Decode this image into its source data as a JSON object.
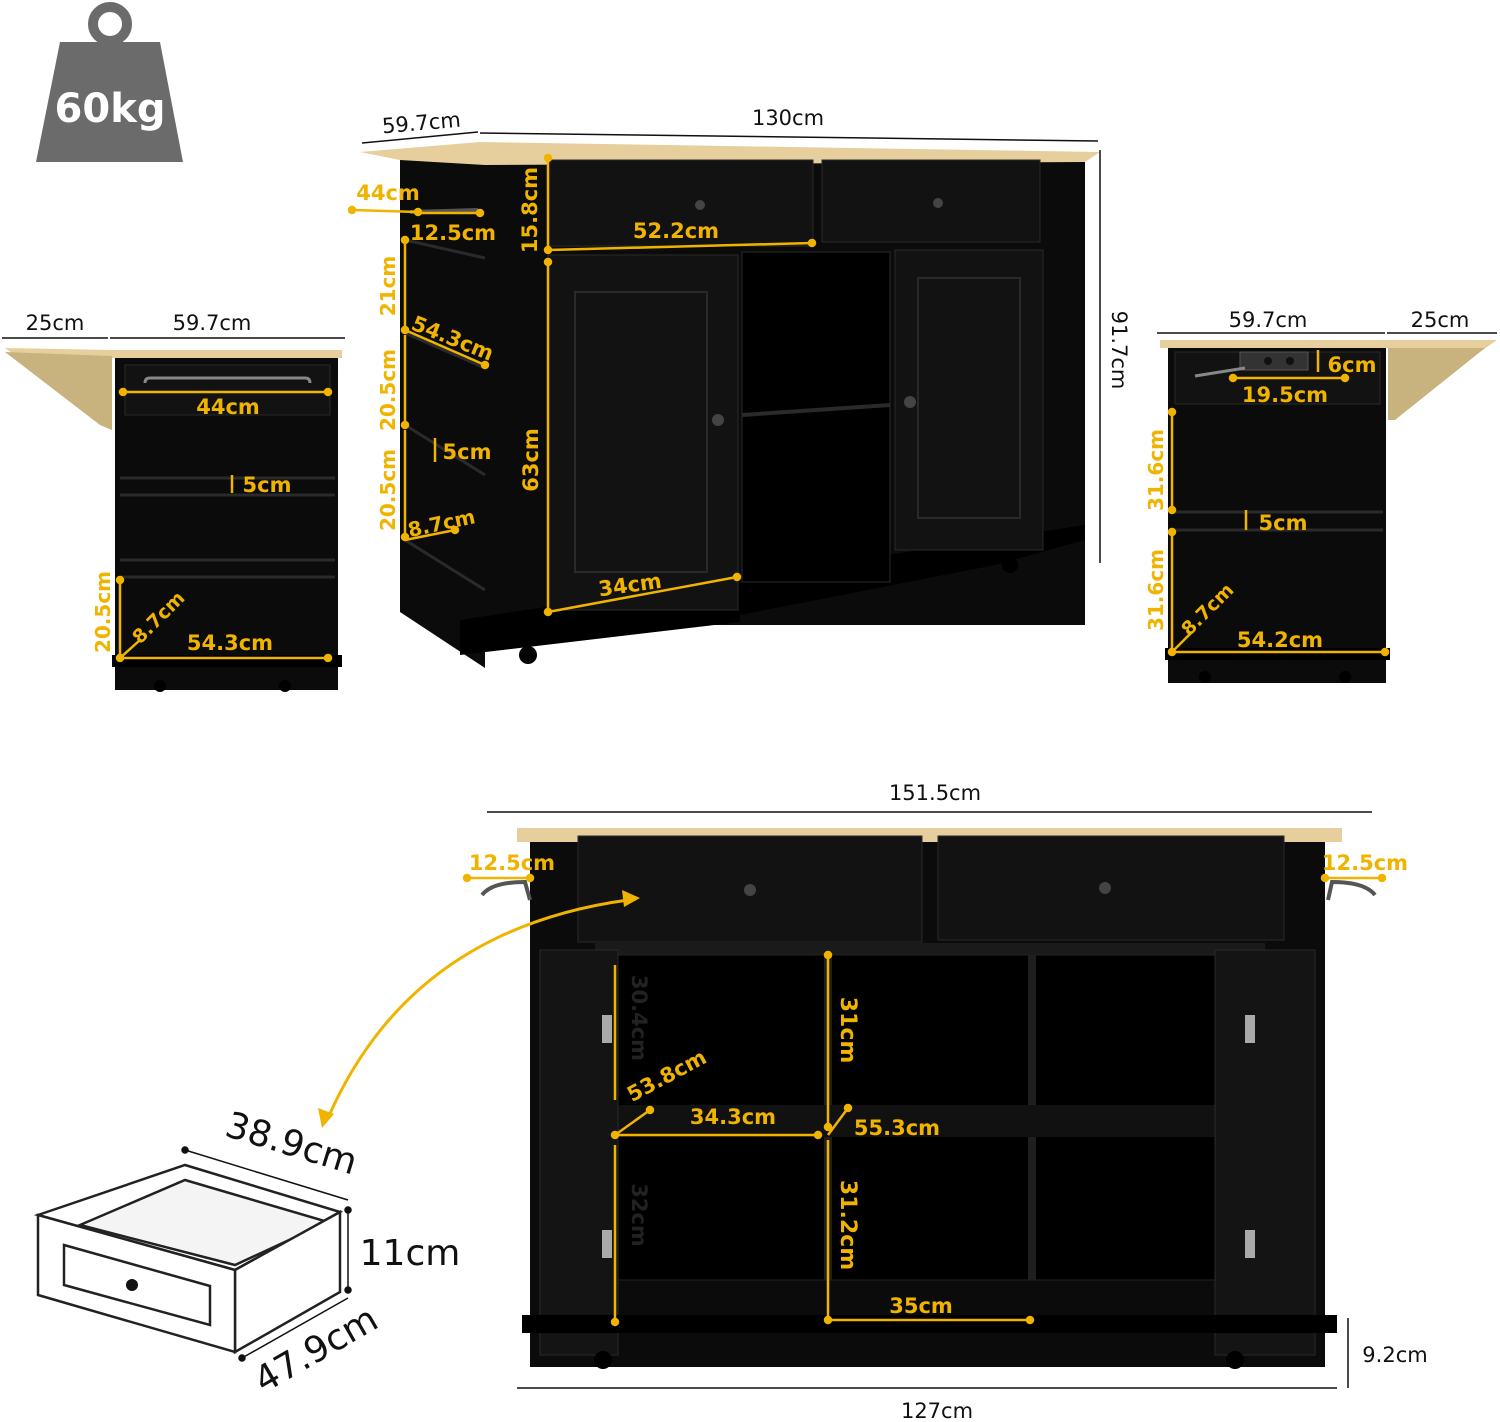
{
  "weight": {
    "label": "60kg"
  },
  "colors": {
    "cabinet": "#0b0b0b",
    "wood_top": "#e6cf9c",
    "accent": "#f0b400",
    "weight_icon": "#6b6b6b",
    "line": "#111111"
  },
  "icons": [
    "weight-icon",
    "drawer-icon",
    "curved-arrow-icon"
  ],
  "front_view": {
    "top_depth": "59.7cm",
    "top_width": "130cm",
    "height": "91.7cm",
    "towel_bar": "44cm",
    "bar_offset": "12.5cm",
    "drawer_height": "15.8cm",
    "drawer_width": "52.2cm",
    "shelf_1_height": "21cm",
    "shelf_width": "54.3cm",
    "shelf_2_height": "20.5cm",
    "shelf_gap": "5cm",
    "shelf_3_height": "20.5cm",
    "shelf_depth": "8.7cm",
    "door_height": "63cm",
    "door_width": "34cm"
  },
  "left_view": {
    "leaf": "25cm",
    "depth": "59.7cm",
    "towel_bar": "44cm",
    "gap": "5cm",
    "shelf_height": "20.5cm",
    "shelf_depth": "8.7cm",
    "shelf_width": "54.3cm"
  },
  "right_view": {
    "depth": "59.7cm",
    "leaf": "25cm",
    "outlet": "6cm",
    "outlet_width": "19.5cm",
    "upper_height": "31.6cm",
    "gap": "5cm",
    "lower_height": "31.6cm",
    "shelf_depth": "8.7cm",
    "shelf_width": "54.2cm"
  },
  "open_view": {
    "total_width": "151.5cm",
    "left_bar": "12.5cm",
    "right_bar": "12.5cm",
    "inner_height_left": "30.4cm",
    "upper_height": "31cm",
    "depth": "53.8cm",
    "left_width": "34.3cm",
    "shelf_depth": "55.3cm",
    "lower_height_left": "32cm",
    "lower_height": "31.2cm",
    "bottom_width": "35cm",
    "base_width": "127cm",
    "base_height": "9.2cm"
  },
  "drawer": {
    "width": "38.9cm",
    "height": "11cm",
    "depth": "47.9cm"
  }
}
